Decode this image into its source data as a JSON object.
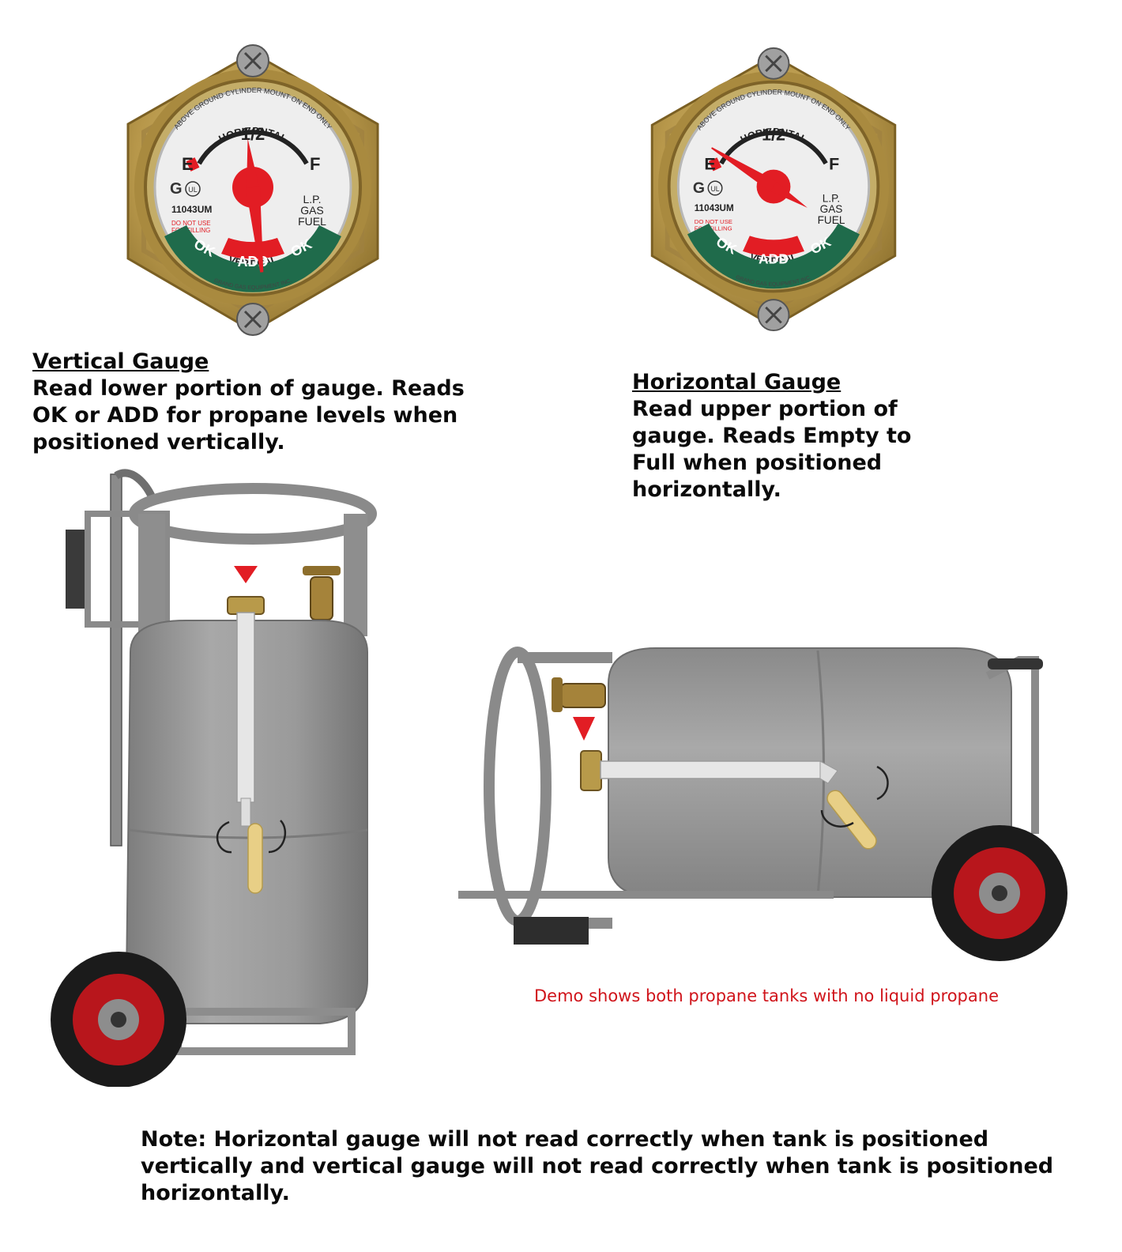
{
  "vertical_section": {
    "heading": "Vertical Gauge",
    "description": "Read lower portion of gauge. Reads OK or ADD for propane levels when positioned vertically."
  },
  "horizontal_section": {
    "heading": "Horizontal Gauge",
    "description": "Read upper portion of gauge. Reads Empty to Full when positioned horizontally."
  },
  "gauge_face": {
    "half": "1/2",
    "empty": "E",
    "full": "F",
    "horizontal": "HORIZONTAL",
    "vertical": "VERTICAL",
    "model": "11043UM",
    "warning_line1": "DO NOT USE",
    "warning_line2": "FOR FILLING",
    "fuel_line1": "L.P.",
    "fuel_line2": "GAS",
    "fuel_line3": "FUEL",
    "ok_left": "OK",
    "add": "ADD",
    "ok_right": "OK",
    "top_arc": "ABOVE GROUND CYLINDER MOUNT ON END ONLY",
    "bottom_arc": "GRAND GAS EQUIPMENT INC.",
    "ul": "UL"
  },
  "demo_caption": "Demo shows both propane tanks with no liquid propane",
  "note": "Note: Horizontal gauge will not read correctly when tank is positioned vertically and vertical gauge will not read correctly when tank is positioned horizontally.",
  "colors": {
    "tank_gray": "#9c9c9c",
    "brass": "#b89a4a",
    "gauge_red": "#e21d24",
    "gauge_green": "#1f6b4b",
    "wheel_red": "#b8161c",
    "float_tan": "#e8cf86",
    "caption_red": "#d0141b"
  }
}
